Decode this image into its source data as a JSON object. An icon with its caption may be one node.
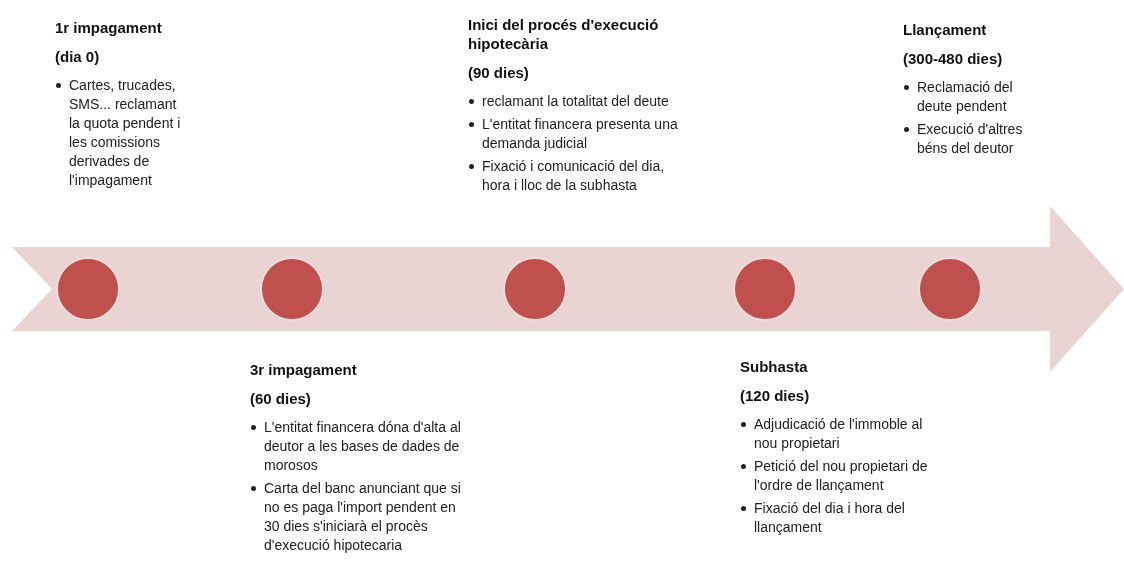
{
  "diagram": {
    "nodes": [
      {
        "text": [],
        "shape": "circle"
      },
      {
        "text": [],
        "shape": "circle"
      },
      {
        "text": [],
        "shape": "circle"
      },
      {
        "text": [],
        "shape": "circle"
      },
      {
        "text": [],
        "shape": "circle"
      }
    ],
    "labels": [
      "1r impagament",
      "(dia 0)",
      "Cartes, trucades, SMS... reclamant la quota pendent i les comissions derivades de l'impagament",
      "3r impagament",
      "(60 dies)",
      "L'entitat financera dóna d'alta al deutor a les bases de dades de morosos",
      "Carta del banc anunciant que si no es paga l'import pendent en 30 dies s'iniciarà el procès d'execució hipotecaria",
      "Inici del procés d'execució hipotecària",
      "(90 dies)",
      "reclamant la totalitat del deute",
      "L'entitat financera presenta una demanda judicial",
      "Fixació i comunicació del dia, hora i lloc de la subhasta",
      "Subhasta",
      "(120 dies)",
      "Adjudicació de l'immoble al nou propietari",
      "Petició del nou propietari de l'ordre de llançament",
      "Fixació del dia i hora del llançament",
      "Llançament",
      "(300-480 dies)",
      "Reclamació del deute pendent",
      "Execució d'altres béns del deutor"
    ]
  }
}
